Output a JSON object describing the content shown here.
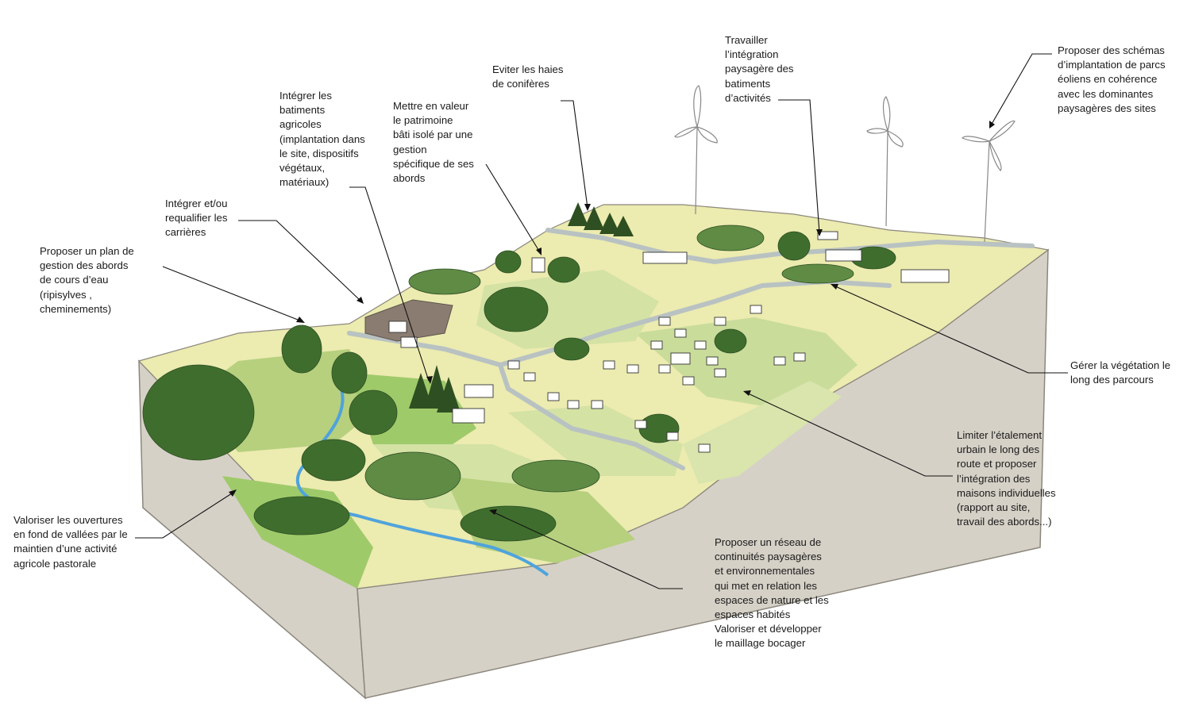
{
  "annotations": {
    "riverbanks": [
      "Proposer un plan de",
      "gestion des abords",
      "de cours d’eau",
      "(ripisylves ,",
      "cheminements)"
    ],
    "quarries": [
      "Intégrer  et/ou",
      "requalifier les",
      "carrières"
    ],
    "farm_buildings": [
      "Intégrer les",
      "batiments",
      "agricoles",
      "(implantation dans",
      "le site, dispositifs",
      "végétaux,",
      "matériaux)"
    ],
    "heritage": [
      "Mettre en valeur",
      "le patrimoine",
      "bâti isolé par une",
      "gestion",
      "spécifique de ses",
      "abords"
    ],
    "conifers": [
      "Eviter les haies",
      "de conifères"
    ],
    "activity_buildings": [
      "Travailler",
      "l’intégration",
      "paysagère des",
      "batiments",
      "d’activités"
    ],
    "wind_farms": [
      "Proposer des schémas",
      "d’implantation de parcs",
      "éoliens en cohérence",
      "avec les dominantes",
      "paysagères des sites"
    ],
    "route_vegetation": [
      "Gérer la végétation le",
      "long des parcours"
    ],
    "urban_sprawl": [
      "Limiter l’étalement",
      "urbain le long des",
      "route et proposer",
      "l’intégration des",
      "maisons individuelles",
      "(rapport au site,",
      "travail des abords...)"
    ],
    "network": [
      "Proposer un réseau de",
      "continuités paysagères",
      "et environnementales",
      "qui met en relation les",
      "espaces de nature et les",
      "espaces habités",
      "Valoriser et développer",
      "le maillage bocager"
    ],
    "valleys": [
      "Valoriser les ouvertures",
      "en fond de vallées par le",
      "maintien d’une activité",
      "agricole pastorale"
    ]
  },
  "colors": {
    "ground_side": "#d6d1c7",
    "ground_edge": "#8c877d",
    "field_yellow": "#ecebb0",
    "field_green_light": "#d4e2a4",
    "field_green": "#b6d07e",
    "meadow": "#9fca6a",
    "tree_dark": "#3f6d2e",
    "tree_light": "#5f8b45",
    "river": "#4fa3dc",
    "road": "#b9c2c2",
    "quarry": "#8a7c70"
  }
}
